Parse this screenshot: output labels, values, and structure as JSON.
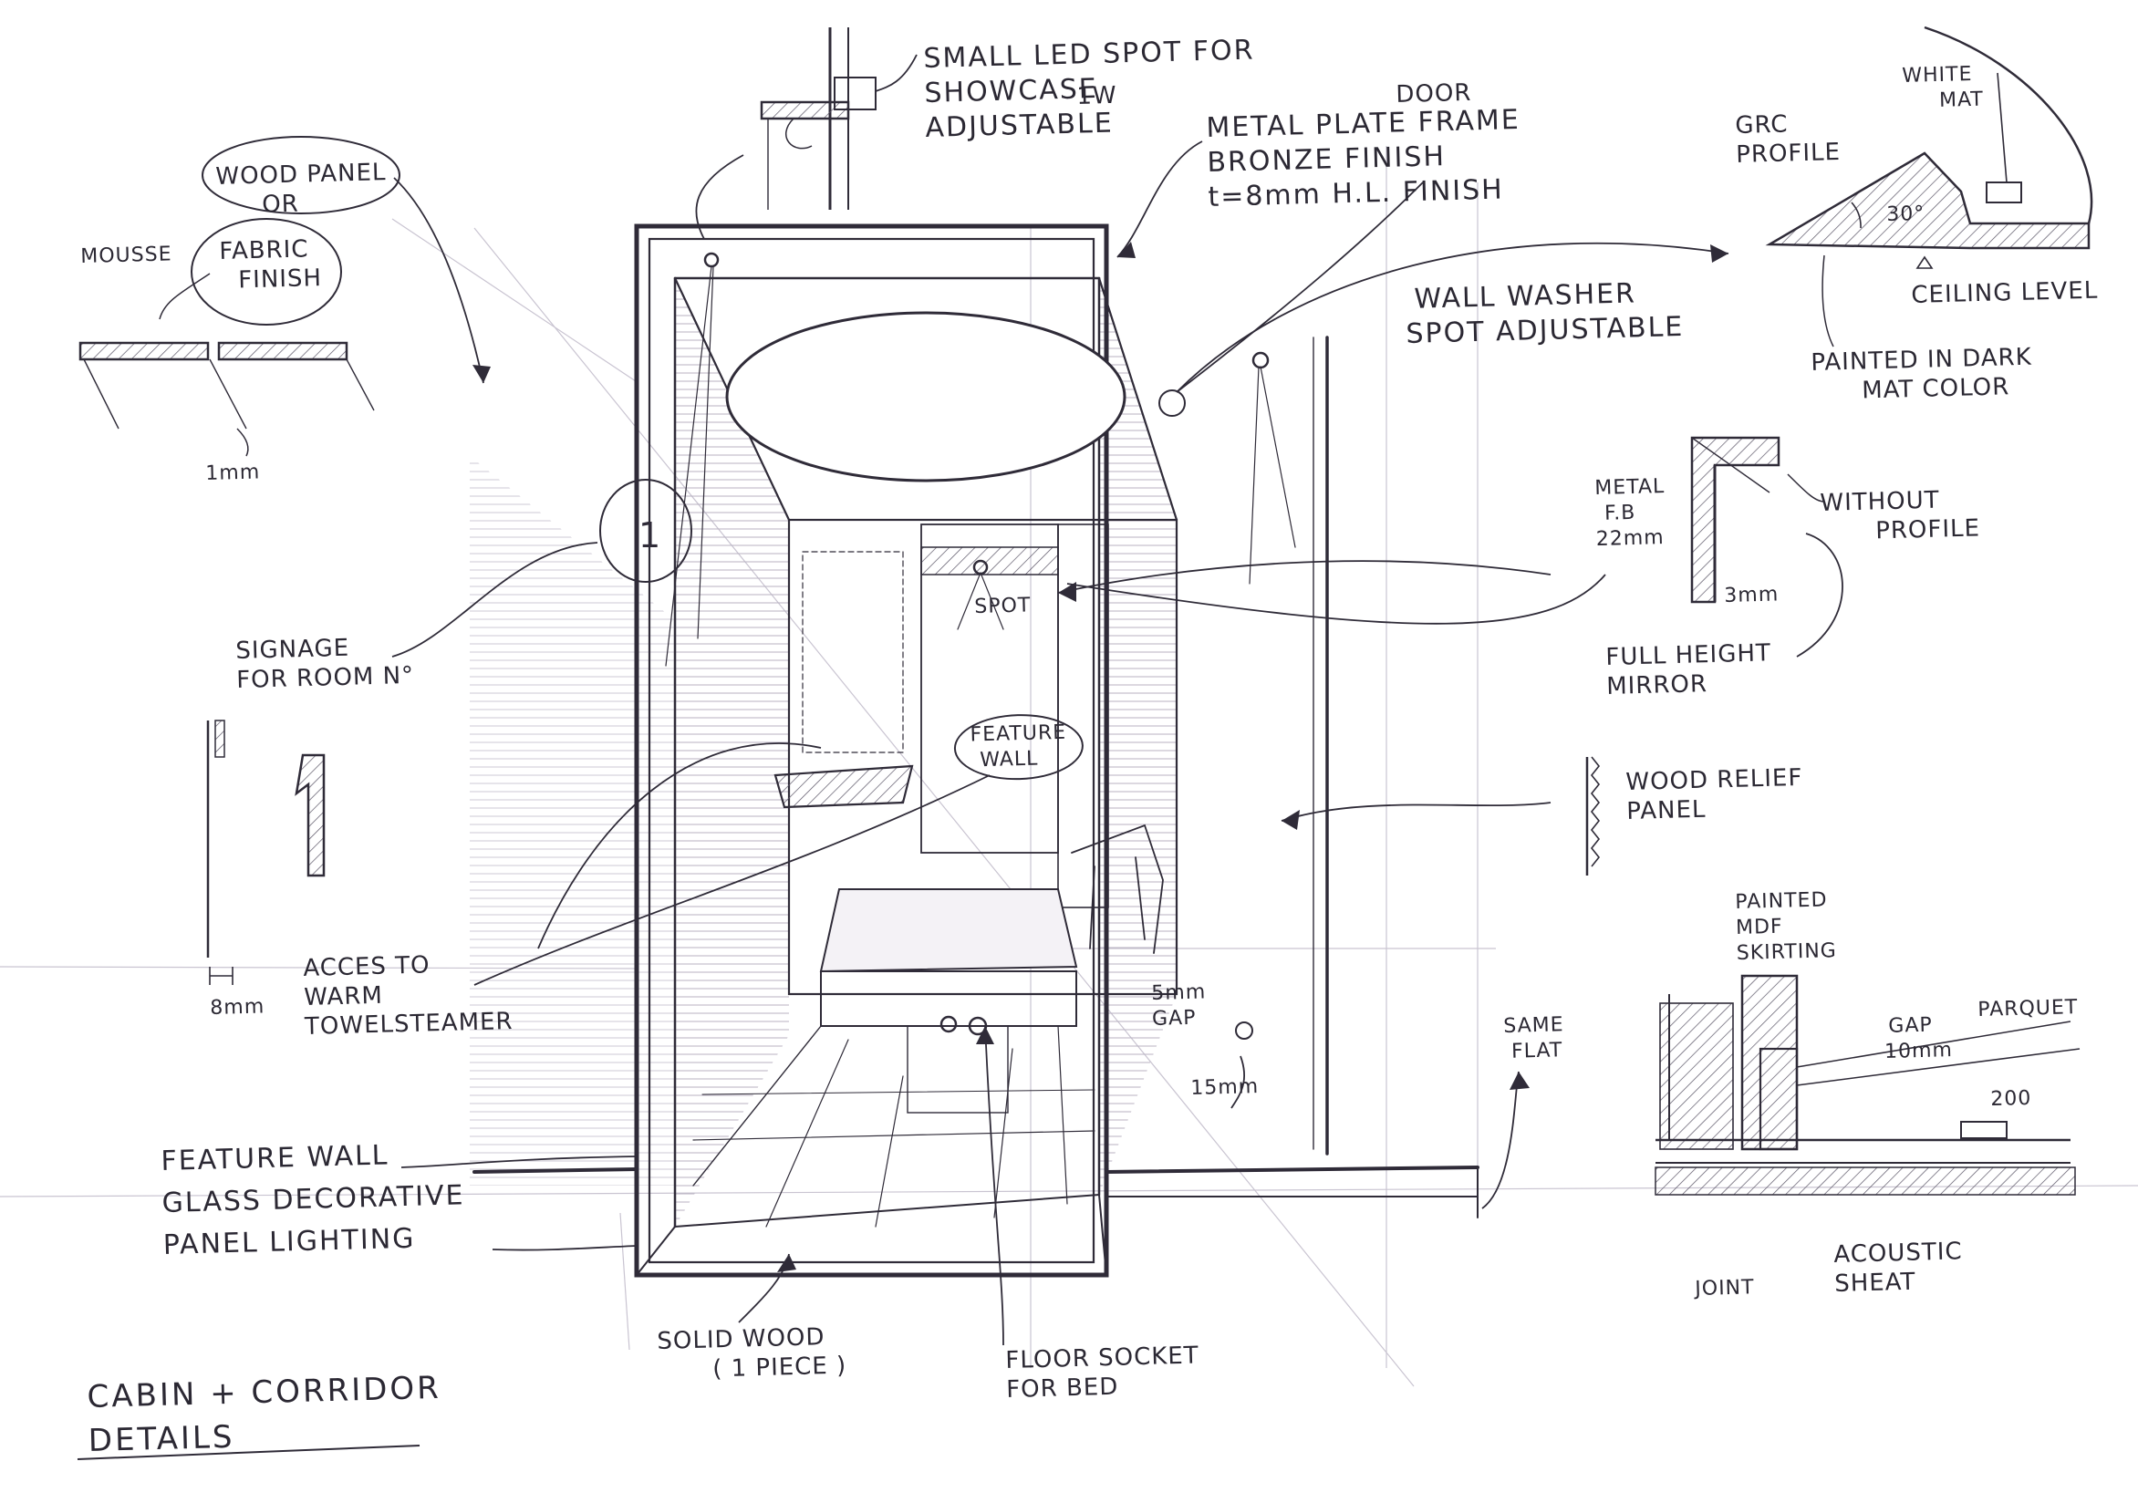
{
  "annotations": {
    "led_spot": [
      "SMALL LED SPOT FOR",
      "SHOWCASE",
      "ADJUSTABLE"
    ],
    "led_watt": "1W",
    "door_frame_top": "DOOR",
    "door_frame": [
      "METAL PLATE FRAME",
      "BRONZE FINISH",
      "t=8mm  H.L. FINISH"
    ],
    "wood_panel": [
      "WOOD PANEL",
      "OR"
    ],
    "fabric_finish": [
      "FABRIC",
      "FINISH"
    ],
    "mousse": "MOUSSE",
    "one_mm": "1mm",
    "grc_profile": [
      "GRC",
      "PROFILE"
    ],
    "white_mat": [
      "WHITE",
      "MAT"
    ],
    "angle": "30°",
    "ceiling_level": "CEILING LEVEL",
    "painted_dark": [
      "PAINTED IN DARK",
      "MAT COLOR"
    ],
    "wall_washer": [
      "WALL WASHER",
      "SPOT ADJUSTABLE"
    ],
    "metal_fb": [
      "METAL",
      "F.B",
      "22mm"
    ],
    "three_mm": "3mm",
    "without_profile": [
      "WITHOUT",
      "PROFILE"
    ],
    "full_height_mirror": [
      "FULL HEIGHT",
      "MIRROR"
    ],
    "spot": "SPOT",
    "feature_wall_bubble": [
      "FEATURE",
      "WALL"
    ],
    "signage": [
      "SIGNAGE",
      "FOR ROOM N°"
    ],
    "room_number": "1",
    "eight_mm": "8mm",
    "warm_towel": [
      "ACCES TO",
      "WARM",
      "TOWELSTEAMER"
    ],
    "wood_relief": [
      "WOOD RELIEF",
      "PANEL"
    ],
    "five_mm_gap": [
      "5mm",
      "GAP"
    ],
    "fifteen_mm": "15mm",
    "painted_mdf": [
      "PAINTED",
      "MDF",
      "SKIRTING"
    ],
    "same_flat": [
      "SAME",
      "FLAT"
    ],
    "gap_10": [
      "GAP",
      "10mm"
    ],
    "parquet": "PARQUET",
    "dim_200": "200",
    "feature_wall_glass": [
      "FEATURE WALL",
      "GLASS DECORATIVE",
      "PANEL LIGHTING"
    ],
    "solid_wood": [
      "SOLID WOOD",
      "( 1 PIECE )"
    ],
    "floor_socket": [
      "FLOOR SOCKET",
      "FOR BED"
    ],
    "joint": "JOINT",
    "acoustic_sheat": [
      "ACOUSTIC",
      "SHEAT"
    ],
    "sheet_title": [
      "CABIN + CORRIDOR",
      "DETAILS"
    ]
  }
}
